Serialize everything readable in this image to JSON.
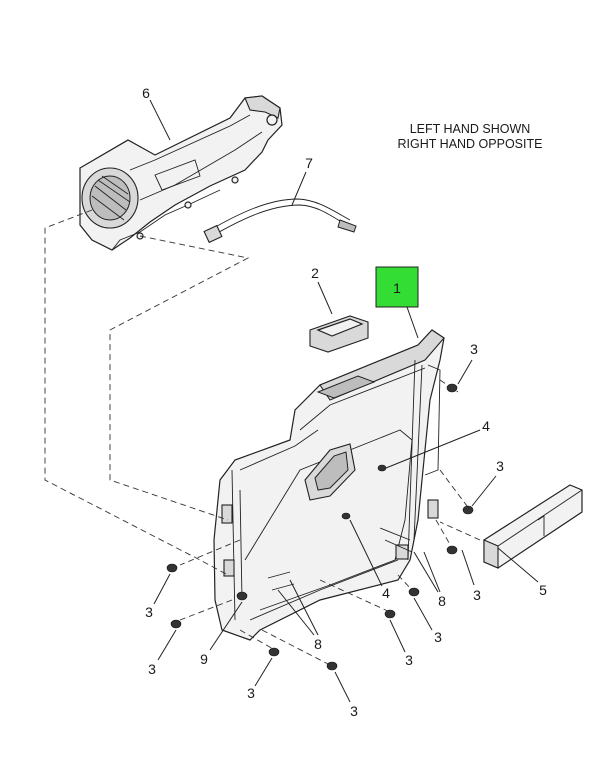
{
  "note": {
    "line1": "LEFT HAND SHOWN",
    "line2": "RIGHT HAND OPPOSITE"
  },
  "highlight_color": "#33dd33",
  "callouts": {
    "c1": "1",
    "c2": "2",
    "c3a": "3",
    "c3b": "3",
    "c3c": "3",
    "c3d": "3",
    "c3e": "3",
    "c3f": "3",
    "c3g": "3",
    "c3h": "3",
    "c3i": "3",
    "c4a": "4",
    "c4b": "4",
    "c5": "5",
    "c6": "6",
    "c7": "7",
    "c8a": "8",
    "c8b": "8",
    "c9": "9"
  }
}
